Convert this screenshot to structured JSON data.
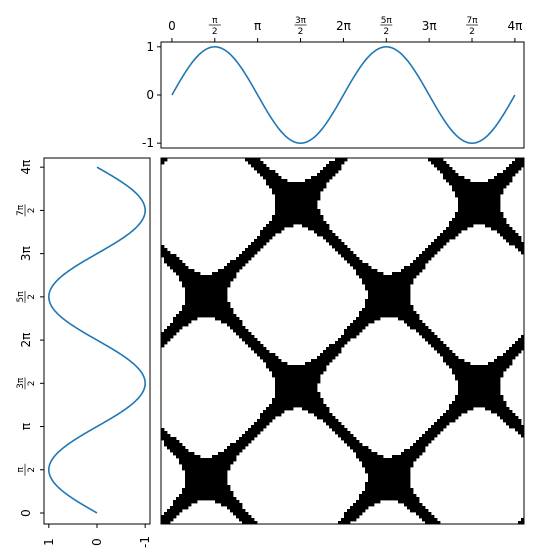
{
  "chart_data": [
    {
      "type": "line",
      "panel": "top",
      "function": "sin(x)",
      "series": [
        {
          "color": "#1f77b4"
        }
      ],
      "xlim": [
        -0.4,
        12.9
      ],
      "ylim": [
        -1.1,
        1.1
      ],
      "xticks": [
        0,
        1.5708,
        3.1416,
        4.7124,
        6.2832,
        7.854,
        9.4248,
        10.9956,
        12.5664
      ],
      "xtick_labels": [
        "0",
        "π/2",
        "π",
        "3π/2",
        "2π",
        "5π/2",
        "3π",
        "7π/2",
        "4π"
      ],
      "xtick_position": "top",
      "yticks": [
        1,
        0,
        -1
      ],
      "ytick_labels": [
        "1",
        "0",
        "-1"
      ]
    },
    {
      "type": "line",
      "panel": "left",
      "function": "sin(y) plotted horizontally, x axis inverted",
      "series": [
        {
          "color": "#1f77b4"
        }
      ],
      "xlim": [
        1.1,
        -1.1
      ],
      "ylim": [
        -0.4,
        12.9
      ],
      "xticks": [
        1,
        0,
        -1
      ],
      "xtick_labels": [
        "1",
        "0",
        "-1"
      ],
      "yticks": [
        0,
        1.5708,
        3.1416,
        4.7124,
        6.2832,
        7.854,
        9.4248,
        10.9956,
        12.5664
      ],
      "ytick_labels": [
        "0",
        "π/2",
        "π",
        "3π/2",
        "2π",
        "5π/2",
        "3π",
        "7π/2",
        "4π"
      ]
    },
    {
      "type": "heatmap",
      "panel": "main",
      "description": "binary image of |sin(x) - sin(y)| < threshold",
      "xlim": [
        0,
        12.5664
      ],
      "ylim": [
        0,
        12.5664
      ],
      "threshold": 0.25,
      "colors": {
        "filled": "#000000",
        "empty": "#ffffff"
      },
      "ticks": "none"
    }
  ],
  "colors": {
    "line": "#1f77b4",
    "axis": "#000000"
  }
}
